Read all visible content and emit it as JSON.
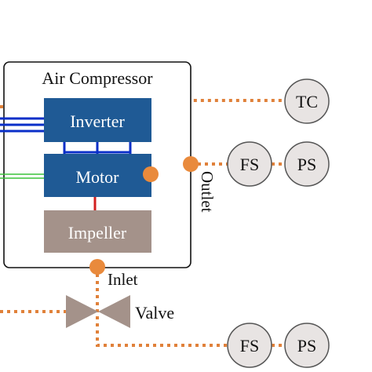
{
  "compressor": {
    "title": "Air Compressor",
    "inverter_label": "Inverter",
    "motor_label": "Motor",
    "impeller_label": "Impeller"
  },
  "ports": {
    "outlet_label": "Outlet",
    "inlet_label": "Inlet"
  },
  "valve": {
    "label": "Valve"
  },
  "sensors": {
    "tc_label": "TC",
    "fs_outlet_label": "FS",
    "ps_outlet_label": "PS",
    "fs_inlet_label": "FS",
    "ps_inlet_label": "PS"
  },
  "colors": {
    "block_blue": "#1f5a95",
    "impeller_brown": "#a4928a",
    "dotted_line_orange": "#e0813a",
    "node_orange": "#e98a3c",
    "bus_blue": "#0a2fc8",
    "link_green": "#3ac43a",
    "link_red": "#d21f1f",
    "sensor_fill": "#e8e4e3",
    "valve_fill": "#a4928a"
  }
}
